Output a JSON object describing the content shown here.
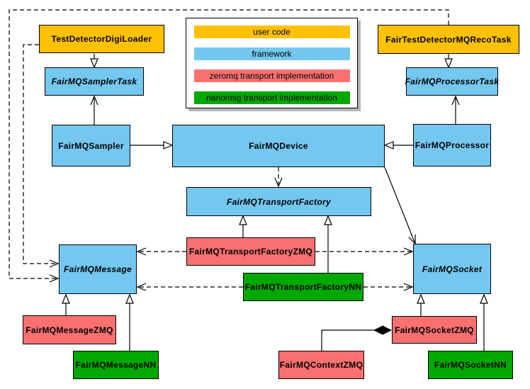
{
  "palette": {
    "user_code": "#FFC103",
    "framework": "#74C7EF",
    "zeromq": "#F87070",
    "nanomsg": "#00A800",
    "edge": "#000000",
    "legend_shadow": "#B5B5B5"
  },
  "legend": {
    "items": [
      {
        "label": "user code",
        "cat": "user_code"
      },
      {
        "label": "framework",
        "cat": "framework"
      },
      {
        "label": "zeromq transport implementation",
        "cat": "zeromq"
      },
      {
        "label": "nanomsg transport implementation",
        "cat": "nanomsg"
      }
    ]
  },
  "nodes": {
    "digi_loader": {
      "label": "TestDetectorDigiLoader",
      "cat": "user_code",
      "abstract": false
    },
    "reco_task": {
      "label": "FairTestDetectorMQRecoTask",
      "cat": "user_code",
      "abstract": false
    },
    "sampler_task": {
      "label": "FairMQSamplerTask",
      "cat": "framework",
      "abstract": true
    },
    "processor_task": {
      "label": "FairMQProcessorTask",
      "cat": "framework",
      "abstract": true
    },
    "sampler": {
      "label": "FairMQSampler",
      "cat": "framework",
      "abstract": false
    },
    "device": {
      "label": "FairMQDevice",
      "cat": "framework",
      "abstract": false
    },
    "processor": {
      "label": "FairMQProcessor",
      "cat": "framework",
      "abstract": false
    },
    "transport_factory": {
      "label": "FairMQTransportFactory",
      "cat": "framework",
      "abstract": true
    },
    "transport_factory_zmq": {
      "label": "FairMQTransportFactoryZMQ",
      "cat": "zeromq",
      "abstract": false
    },
    "transport_factory_nn": {
      "label": "FairMQTransportFactoryNN",
      "cat": "nanomsg",
      "abstract": false
    },
    "message": {
      "label": "FairMQMessage",
      "cat": "framework",
      "abstract": true
    },
    "socket": {
      "label": "FairMQSocket",
      "cat": "framework",
      "abstract": true
    },
    "message_zmq": {
      "label": "FairMQMessageZMQ",
      "cat": "zeromq",
      "abstract": false
    },
    "message_nn": {
      "label": "FairMQMessageNN",
      "cat": "nanomsg",
      "abstract": false
    },
    "socket_zmq": {
      "label": "FairMQSocketZMQ",
      "cat": "zeromq",
      "abstract": false
    },
    "context_zmq": {
      "label": "FairMQContextZMQ",
      "cat": "zeromq",
      "abstract": false
    },
    "socket_nn": {
      "label": "FairMQSocketNN",
      "cat": "nanomsg",
      "abstract": false
    }
  },
  "relationships": [
    {
      "from": "digi_loader",
      "to": "sampler_task",
      "type": "inheritance"
    },
    {
      "from": "reco_task",
      "to": "processor_task",
      "type": "inheritance"
    },
    {
      "from": "sampler",
      "to": "device",
      "type": "inheritance"
    },
    {
      "from": "processor",
      "to": "device",
      "type": "inheritance"
    },
    {
      "from": "transport_factory_zmq",
      "to": "transport_factory",
      "type": "inheritance"
    },
    {
      "from": "transport_factory_nn",
      "to": "transport_factory",
      "type": "inheritance"
    },
    {
      "from": "message_zmq",
      "to": "message",
      "type": "inheritance"
    },
    {
      "from": "message_nn",
      "to": "message",
      "type": "inheritance"
    },
    {
      "from": "socket_zmq",
      "to": "socket",
      "type": "inheritance"
    },
    {
      "from": "socket_nn",
      "to": "socket",
      "type": "inheritance"
    },
    {
      "from": "sampler",
      "to": "sampler_task",
      "type": "association"
    },
    {
      "from": "processor",
      "to": "processor_task",
      "type": "association"
    },
    {
      "from": "device",
      "to": "socket",
      "type": "association"
    },
    {
      "from": "device",
      "to": "transport_factory",
      "type": "dependency"
    },
    {
      "from": "digi_loader",
      "to": "message",
      "type": "dependency"
    },
    {
      "from": "reco_task",
      "to": "message",
      "type": "dependency"
    },
    {
      "from": "transport_factory_zmq",
      "to": "message",
      "type": "dependency"
    },
    {
      "from": "transport_factory_zmq",
      "to": "socket",
      "type": "dependency"
    },
    {
      "from": "transport_factory_nn",
      "to": "message",
      "type": "dependency"
    },
    {
      "from": "transport_factory_nn",
      "to": "socket",
      "type": "dependency"
    },
    {
      "from": "context_zmq",
      "to": "socket_zmq",
      "type": "composition"
    }
  ]
}
